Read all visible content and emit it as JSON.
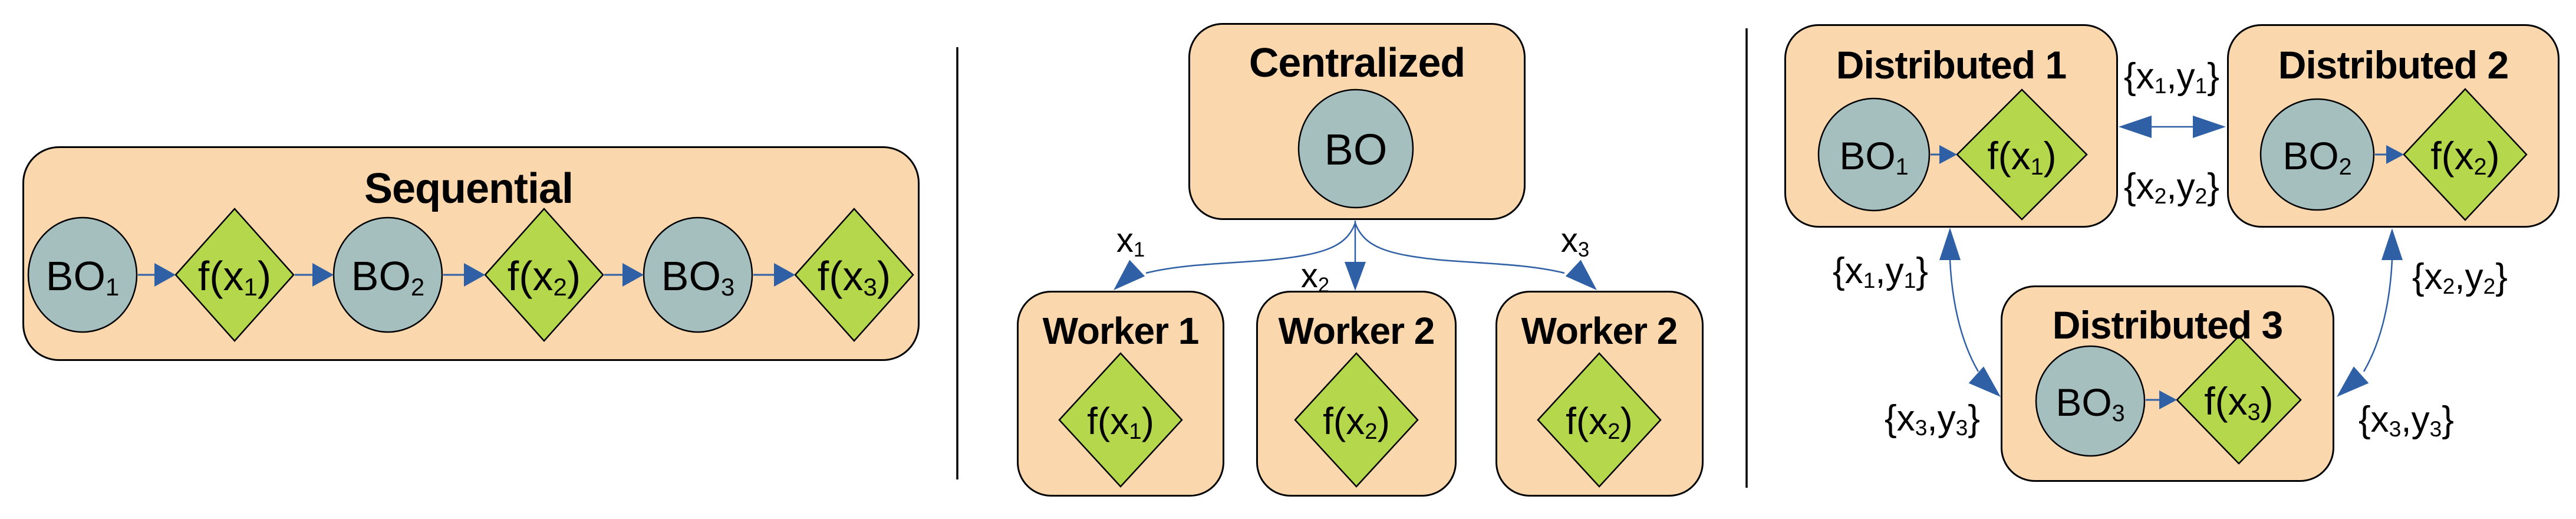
{
  "colors": {
    "background": "#ffffff",
    "panel_fill": "#fbd7ad",
    "panel_border": "#000000",
    "bo_circle_fill": "#a5bebe",
    "function_diamond_fill": "#b4d74b",
    "arrow_blue": "#2f5fa5",
    "text": "#000000"
  },
  "sequential": {
    "title": "Sequential",
    "bo1": {
      "base": "BO",
      "sub": "1"
    },
    "fx1": {
      "pre": "f(x",
      "sub": "1",
      "post": ")"
    },
    "bo2": {
      "base": "BO",
      "sub": "2"
    },
    "fx2": {
      "pre": "f(x",
      "sub": "2",
      "post": ")"
    },
    "bo3": {
      "base": "BO",
      "sub": "3"
    },
    "fx3": {
      "pre": "f(x",
      "sub": "3",
      "post": ")"
    }
  },
  "centralized": {
    "title": "Centralized",
    "bo": {
      "base": "BO",
      "sub": ""
    },
    "x1": {
      "base": "x",
      "sub": "1"
    },
    "x2": {
      "base": "x",
      "sub": "2"
    },
    "x3": {
      "base": "x",
      "sub": "3"
    },
    "workers": [
      {
        "title": "Worker 1",
        "fx": {
          "pre": "f(x",
          "sub": "1",
          "post": ")"
        }
      },
      {
        "title": "Worker 2",
        "fx": {
          "pre": "f(x",
          "sub": "2",
          "post": ")"
        }
      },
      {
        "title": "Worker 2",
        "fx": {
          "pre": "f(x",
          "sub": "2",
          "post": ")"
        }
      }
    ]
  },
  "distributed": {
    "d1": {
      "title": "Distributed 1",
      "bo": {
        "base": "BO",
        "sub": "1"
      },
      "fx": {
        "pre": "f(x",
        "sub": "1",
        "post": ")"
      }
    },
    "d2": {
      "title": "Distributed 2",
      "bo": {
        "base": "BO",
        "sub": "2"
      },
      "fx": {
        "pre": "f(x",
        "sub": "2",
        "post": ")"
      }
    },
    "d3": {
      "title": "Distributed 3",
      "bo": {
        "base": "BO",
        "sub": "3"
      },
      "fx": {
        "pre": "f(x",
        "sub": "3",
        "post": ")"
      }
    },
    "msg_top": {
      "p1": "{x",
      "s1": "1",
      "p2": ",y",
      "s2": "1",
      "p3": "}"
    },
    "msg_mid": {
      "p1": "{x",
      "s1": "2",
      "p2": ",y",
      "s2": "2",
      "p3": "}"
    },
    "msg_left_upper": {
      "p1": "{x",
      "s1": "1",
      "p2": ",y",
      "s2": "1",
      "p3": "}"
    },
    "msg_left_lower": {
      "p1": "{x",
      "s1": "3",
      "p2": ",y",
      "s2": "3",
      "p3": "}"
    },
    "msg_right_upper": {
      "p1": "{x",
      "s1": "2",
      "p2": ",y",
      "s2": "2",
      "p3": "}"
    },
    "msg_right_lower": {
      "p1": "{x",
      "s1": "3",
      "p2": ",y",
      "s2": "3",
      "p3": "}"
    }
  }
}
